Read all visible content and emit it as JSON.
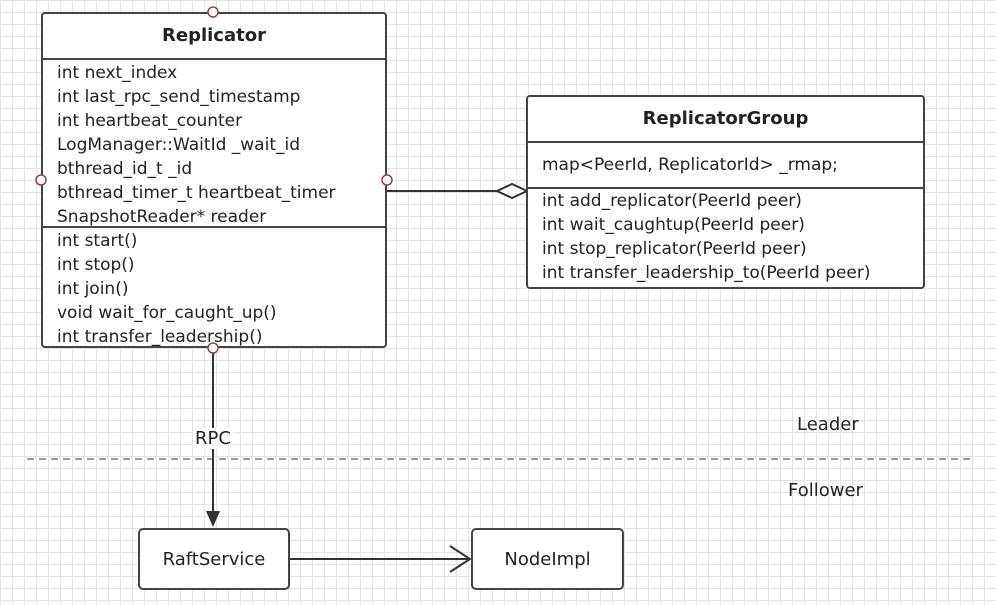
{
  "replicator": {
    "title": "Replicator",
    "fields": [
      "int next_index",
      "int last_rpc_send_timestamp",
      "int heartbeat_counter",
      "LogManager::WaitId _wait_id",
      "bthread_id_t _id",
      "bthread_timer_t heartbeat_timer",
      "SnapshotReader* reader"
    ],
    "methods": [
      "int start()",
      "int stop()",
      "int join()",
      "void wait_for_caught_up()",
      "int transfer_leadership()"
    ]
  },
  "replicator_group": {
    "title": "ReplicatorGroup",
    "fields": [
      "map<PeerId, ReplicatorId> _rmap;"
    ],
    "methods": [
      "int add_replicator(PeerId peer)",
      "int wait_caughtup(PeerId peer)",
      "int stop_replicator(PeerId peer)",
      "int transfer_leadership_to(PeerId peer)"
    ]
  },
  "raft_service": {
    "label": "RaftService"
  },
  "node_impl": {
    "label": "NodeImpl"
  },
  "edges": {
    "rpc_label": "RPC"
  },
  "zones": {
    "leader": "Leader",
    "follower": "Follower"
  }
}
